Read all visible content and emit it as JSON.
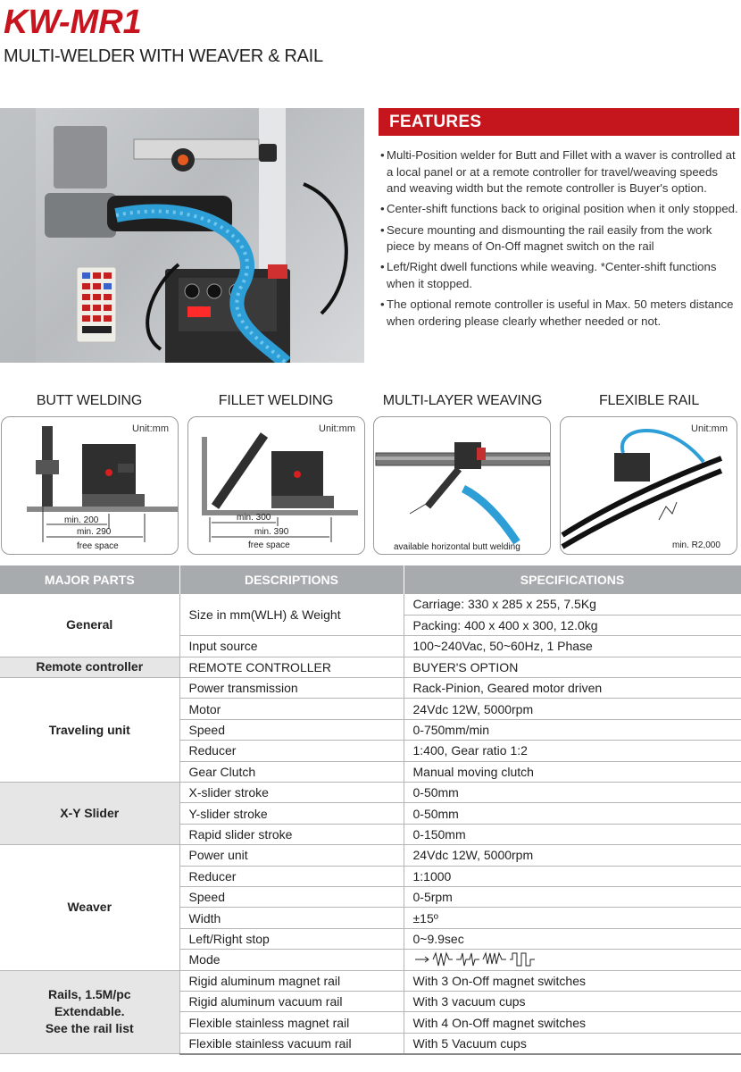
{
  "header": {
    "model": "KW-MR1",
    "subtitle": "MULTI-WELDER WITH WEAVER & RAIL"
  },
  "features": {
    "title": "FEATURES",
    "items": [
      "Multi-Position welder for Butt and Fillet with a waver is controlled at a local panel or at a remote controller for travel/weaving speeds and weaving width but the remote controller is Buyer's option.",
      "Center-shift functions back to original position when it only stopped.",
      "Secure mounting and dismounting the rail easily from the work piece by means of On-Off magnet switch on the rail",
      "Left/Right dwell functions while weaving. *Center-shift functions when it stopped.",
      "The optional remote controller is useful in Max. 50 meters distance when ordering please clearly whether needed or not."
    ]
  },
  "figures": [
    {
      "title": "BUTT WELDING",
      "unit": "Unit:mm",
      "labels": [
        "min. 200",
        "min. 290",
        "free space"
      ]
    },
    {
      "title": "FILLET WELDING",
      "unit": "Unit:mm",
      "labels": [
        "min. 300",
        "min. 390",
        "free space"
      ]
    },
    {
      "title": "MULTI-LAYER WEAVING",
      "labels": [
        "available horizontal butt welding"
      ]
    },
    {
      "title": "FLEXIBLE RAIL",
      "unit": "Unit:mm",
      "labels": [
        "min. R2,000"
      ]
    }
  ],
  "table": {
    "headers": [
      "MAJOR PARTS",
      "DESCRIPTIONS",
      "SPECIFICATIONS"
    ],
    "groups": [
      {
        "name": "General",
        "rows": [
          {
            "desc": "Size in mm(WLH) & Weight",
            "spec": "Carriage: 330 x 285 x 255, 7.5Kg"
          },
          {
            "desc": "",
            "spec": "Packing: 400 x 400 x 300, 12.0kg"
          },
          {
            "desc": "Input source",
            "spec": "100~240Vac, 50~60Hz, 1 Phase"
          }
        ]
      },
      {
        "name": "Remote controller",
        "rows": [
          {
            "desc": "REMOTE CONTROLLER",
            "spec": "BUYER'S OPTION"
          }
        ]
      },
      {
        "name": "Traveling unit",
        "rows": [
          {
            "desc": "Power transmission",
            "spec": "Rack-Pinion, Geared motor driven"
          },
          {
            "desc": "Motor",
            "spec": "24Vdc 12W, 5000rpm"
          },
          {
            "desc": "Speed",
            "spec": "0-750mm/min"
          },
          {
            "desc": "Reducer",
            "spec": "1:400, Gear ratio 1:2"
          },
          {
            "desc": "Gear Clutch",
            "spec": "Manual moving clutch"
          }
        ]
      },
      {
        "name": "X-Y Slider",
        "rows": [
          {
            "desc": "X-slider stroke",
            "spec": "0-50mm"
          },
          {
            "desc": "Y-slider stroke",
            "spec": "0-50mm"
          },
          {
            "desc": "Rapid slider stroke",
            "spec": "0-150mm"
          }
        ]
      },
      {
        "name": "Weaver",
        "rows": [
          {
            "desc": "Power unit",
            "spec": "24Vdc 12W, 5000rpm"
          },
          {
            "desc": "Reducer",
            "spec": "1:1000"
          },
          {
            "desc": "Speed",
            "spec": "0-5rpm"
          },
          {
            "desc": "Width",
            "spec": "±15º"
          },
          {
            "desc": "Left/Right stop",
            "spec": "0~9.9sec"
          },
          {
            "desc": "Mode",
            "spec": "",
            "mode_icon": "weave-patterns-icon"
          }
        ]
      },
      {
        "name": "Rails, 1.5M/pc\nExtendable.\nSee the rail list",
        "rows": [
          {
            "desc": "Rigid aluminum magnet rail",
            "spec": "With 3 On-Off magnet switches"
          },
          {
            "desc": "Rigid aluminum vacuum rail",
            "spec": "With 3 vacuum cups"
          },
          {
            "desc": "Flexible stainless magnet rail",
            "spec": "With 4 On-Off magnet switches"
          },
          {
            "desc": "Flexible stainless vacuum rail",
            "spec": "With 5 Vacuum cups"
          }
        ]
      }
    ]
  },
  "colors": {
    "brand_red": "#c8141e",
    "header_gray": "#a8abad",
    "group_shade": "#e6e6e6"
  }
}
